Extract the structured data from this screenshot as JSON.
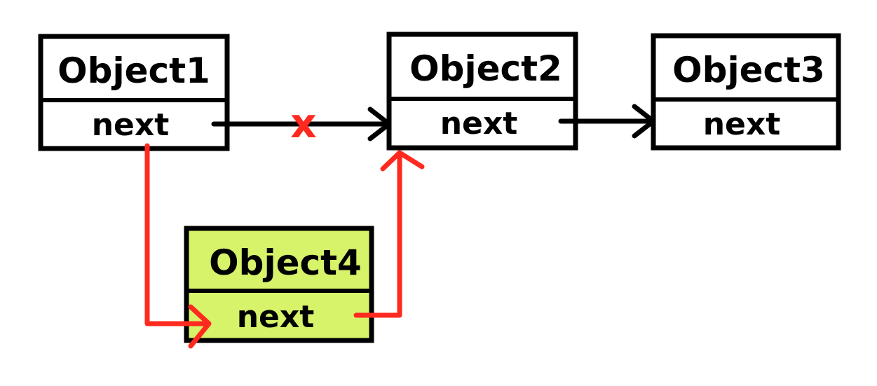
{
  "colors": {
    "stroke": "#000000",
    "removed_link": "#ff2a1f",
    "new_link": "#ff2a1f",
    "highlight_fill": "#d6f36a",
    "node_fill": "#ffffff"
  },
  "nodes": [
    {
      "title": "Object1",
      "field": "next",
      "highlighted": false
    },
    {
      "title": "Object2",
      "field": "next",
      "highlighted": false
    },
    {
      "title": "Object3",
      "field": "next",
      "highlighted": false
    },
    {
      "title": "Object4",
      "field": "next",
      "highlighted": true
    }
  ],
  "links": [
    {
      "from": "Object1",
      "to": "Object2",
      "status": "removed"
    },
    {
      "from": "Object2",
      "to": "Object3",
      "status": "existing"
    },
    {
      "from": "Object1",
      "to": "Object4",
      "status": "new"
    },
    {
      "from": "Object4",
      "to": "Object2",
      "status": "new"
    }
  ],
  "removed_mark": "x"
}
